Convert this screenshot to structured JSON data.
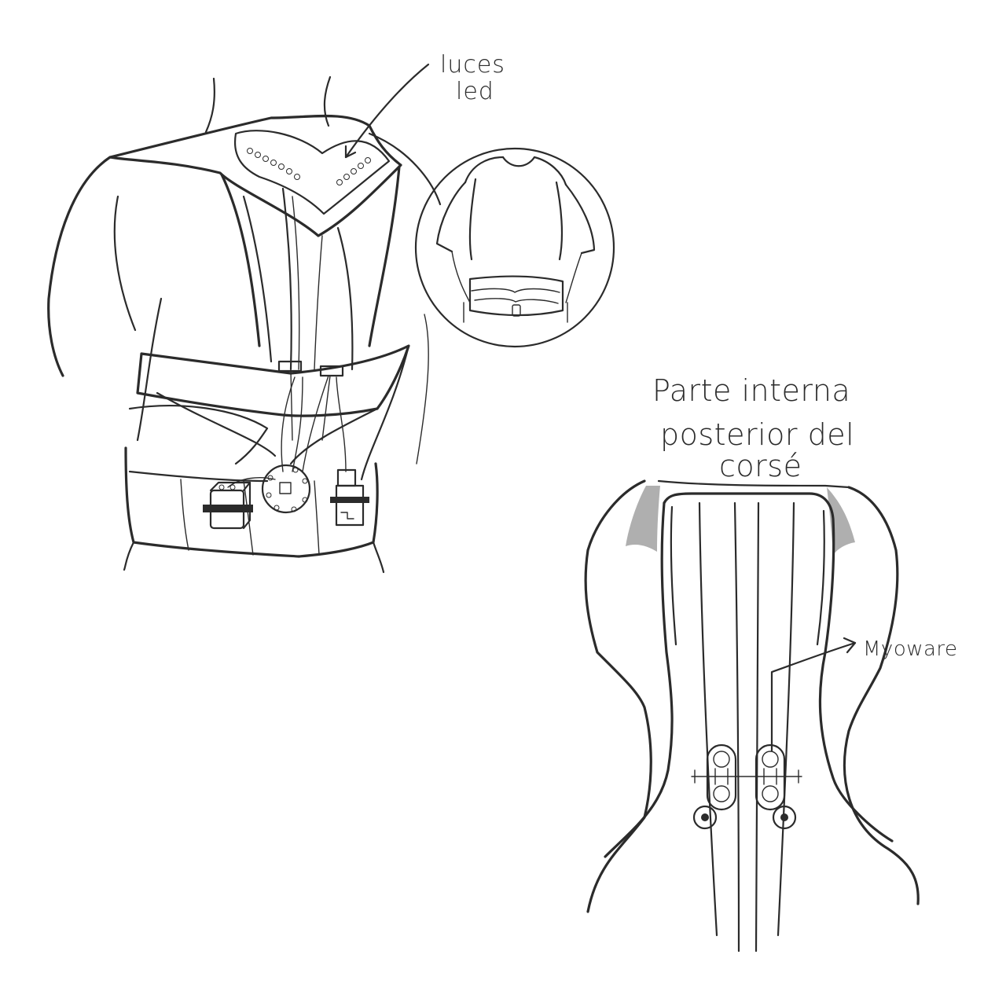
{
  "labels": {
    "leds_line1": "luces",
    "leds_line2": "led",
    "inner_line1": "Parte interna",
    "inner_line2": "posterior del",
    "inner_line3": "corsé",
    "sensor": "Myoware"
  },
  "colors": {
    "ink": "#2b2b2b",
    "paper": "#ffffff",
    "shade": "#6e6e6e"
  }
}
